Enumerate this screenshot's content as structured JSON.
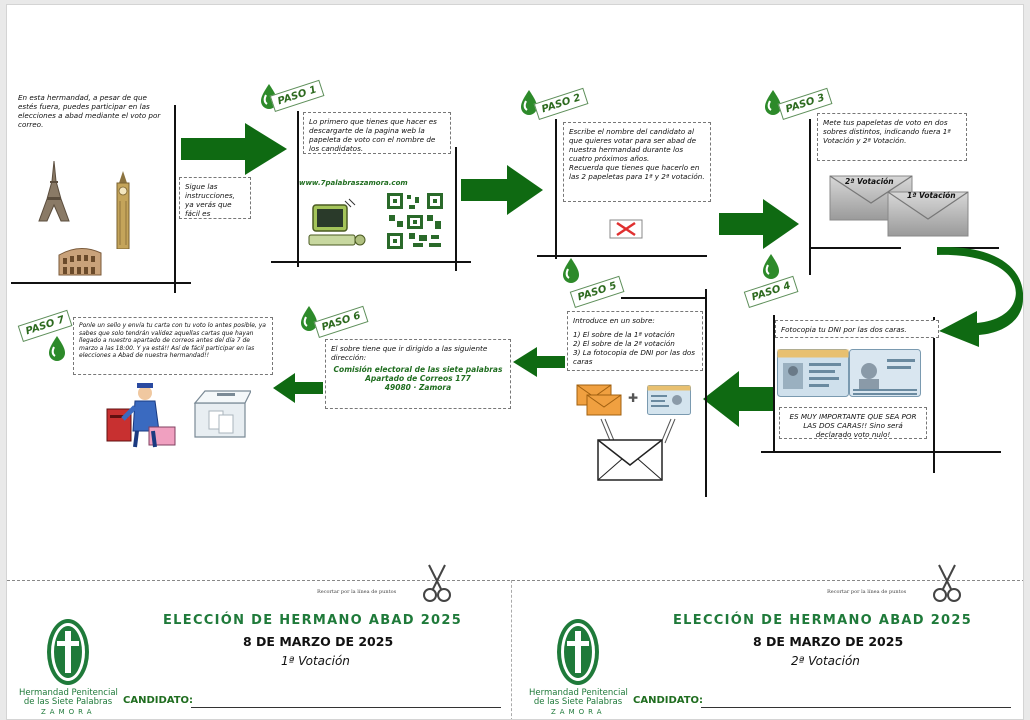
{
  "intro": {
    "text": "En esta hermandad, a pesar de que estés fuera, puedes participar en las elecciones a abad mediante el voto por correo.",
    "follow": "Sigue las instrucciones, ya verás que fácil es participar!!"
  },
  "steps": {
    "s1": {
      "tag": "PASO 1",
      "text": "Lo primero que tienes que hacer es descargarte de la pagina web la papeleta de voto con el nombre de los candidatos.",
      "web": "www.7palabraszamora.com"
    },
    "s2": {
      "tag": "PASO 2",
      "text1": "Escribe el nombre del candidato al que quieres votar para ser abad de nuestra hermandad durante los cuatro próximos años.",
      "text2": "Recuerda que tienes que hacerlo en las 2 papeletas para 1ª y 2ª votación."
    },
    "s3": {
      "tag": "PASO 3",
      "text": "Mete tus papeletas de voto en dos sobres distintos, indicando fuera 1ª Votación y 2ª Votación.",
      "env2": "2ª Votación",
      "env1": "1ª Votación"
    },
    "s4": {
      "tag": "PASO 4",
      "text": "Fotocopia tu DNI por las dos caras.",
      "note": "ES MUY IMPORTANTE QUE SEA POR LAS DOS CARAS!! Sino será declarado voto nulo!"
    },
    "s5": {
      "tag": "PASO 5",
      "intro": "Introduce en un sobre:",
      "items": [
        {
          "n": "1)",
          "t": "El sobre de la 1ª votación"
        },
        {
          "n": "2)",
          "t": "El sobre de la 2ª votación"
        },
        {
          "n": "3)",
          "t": "La fotocopia de DNI por las dos caras"
        }
      ]
    },
    "s6": {
      "tag": "PASO 6",
      "intro": "El sobre tiene que ir dirigido a las siguiente dirección:",
      "addr1": "Comisión electoral de las siete palabras",
      "addr2": "Apartado de Correos 177",
      "addr3": "49080 · Zamora"
    },
    "s7": {
      "tag": "PASO 7",
      "text": "Ponle un sello y envía tu carta con tu voto lo antes posible, ya sabes que solo tendrán validez aquellas cartas que hayan llegado a nuestro apartado de correos antes del día 7 de marzo a las 18:00. Y ya está!! Así de fácil participar en las elecciones a Abad de nuestra hermandad!!"
    }
  },
  "ballots": {
    "cut_note": "Recortar por la línea de puntos",
    "title": "ELECCIÓN DE HERMANO ABAD 2025",
    "date": "8 DE MARZO DE 2025",
    "vote1": "1ª Votación",
    "vote2": "2ª Votación",
    "candidate": "CANDIDATO:",
    "brand1": "Hermandad Penitencial",
    "brand2": "de las Siete Palabras",
    "brand3": "ZAMORA"
  },
  "colors": {
    "arrow": "#0f6a12",
    "brand": "#1f7a3a"
  }
}
